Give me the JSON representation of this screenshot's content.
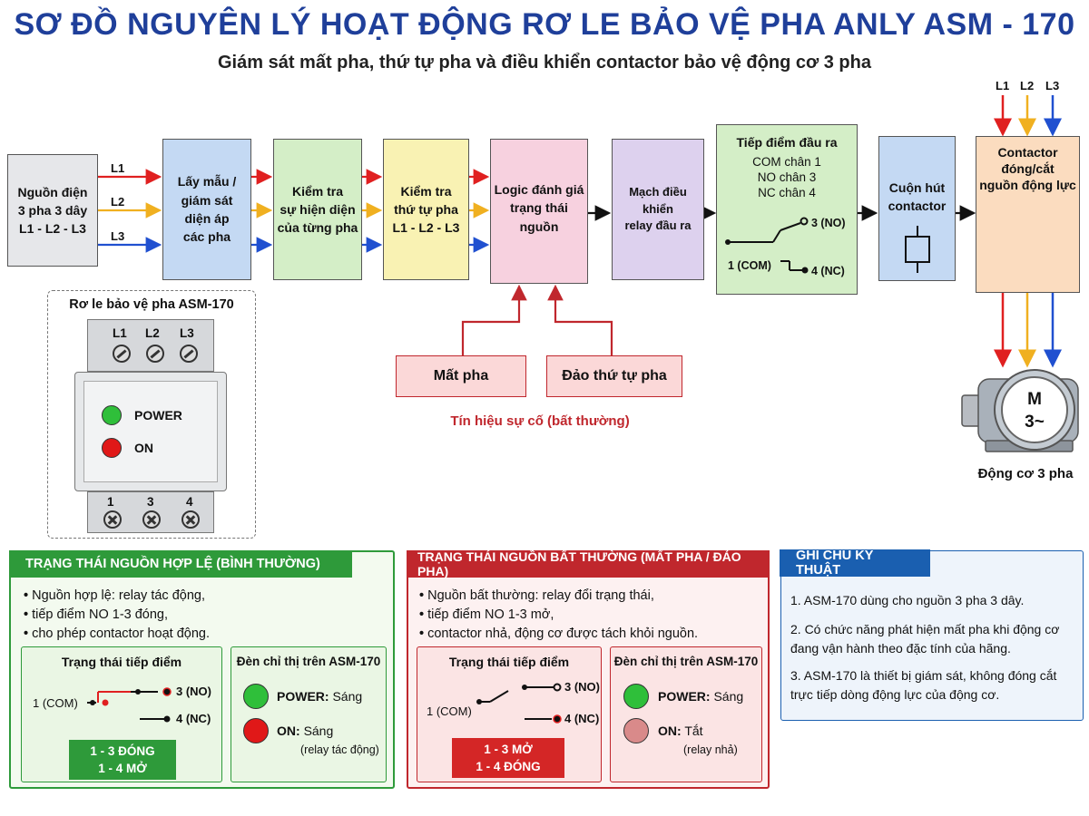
{
  "header": {
    "title": "SƠ ĐỒ NGUYÊN LÝ HOẠT ĐỘNG RƠ LE BẢO VỆ PHA ANLY ASM - 170",
    "subtitle": "Giám sát mất pha, thứ tự pha và điều khiển contactor bảo vệ động cơ 3 pha"
  },
  "flow": {
    "source": "Nguồn điện\n3 pha 3 dây\nL1 - L2 - L3",
    "sampling": "Lấy mẫu /\ngiám sát\ndiện áp\ncác pha",
    "presence": "Kiểm tra\nsự hiện diện\ncủa từng pha",
    "sequence": "Kiểm tra\nthứ tự pha\nL1 - L2 - L3",
    "logic": "Logic đánh giá\ntrạng thái\nnguồn",
    "driver": "Mạch điều khiển\nrelay đầu ra",
    "coil": "Cuộn hút\ncontactor",
    "contactor": "Contactor\nđóng/cắt\nnguồn động lực",
    "phases": [
      "L1",
      "L2",
      "L3"
    ]
  },
  "output_contact": {
    "title": "Tiếp điểm đầu ra",
    "lines": [
      "COM chân 1",
      "NO chân 3",
      "NC chân 4"
    ],
    "no_label": "3 (NO)",
    "nc_label": "4 (NC)",
    "com_label": "1 (COM)"
  },
  "faults": {
    "loss": "Mất pha",
    "reverse": "Đảo thứ tự pha",
    "caption": "Tín hiệu sự cố (bất thường)"
  },
  "motor": {
    "symbol_m": "M",
    "symbol_phase": "3~",
    "label": "Động cơ 3 pha"
  },
  "device": {
    "caption": "Rơ le bảo vệ pha ASM-170",
    "top_terminals": [
      "L1",
      "L2",
      "L3"
    ],
    "bottom_terminals": [
      "1",
      "3",
      "4"
    ],
    "led_power": "POWER",
    "led_on": "ON"
  },
  "normal": {
    "header": "TRẠNG THÁI NGUỒN HỢP LỆ (BÌNH THƯỜNG)",
    "bullets": [
      "Nguồn hợp lệ: relay tác động,",
      "tiếp điểm NO 1-3 đóng,",
      "cho phép contactor hoạt động."
    ],
    "contact_title": "Trạng thái tiếp điểm",
    "com": "1 (COM)",
    "no": "3 (NO)",
    "nc": "4 (NC)",
    "badge": [
      "1 - 3 ĐÓNG",
      "1 - 4 MỞ"
    ],
    "led_title": "Đèn chỉ thị trên ASM-170",
    "power_label": "POWER:",
    "power_state": "Sáng",
    "on_label": "ON:",
    "on_state": "Sáng",
    "on_note": "(relay tác động)"
  },
  "abnormal": {
    "header": "TRẠNG THÁI NGUỒN BẤT THƯỜNG (MẤT PHA / ĐẢO PHA)",
    "bullets": [
      "Nguồn bất thường: relay đổi trạng thái,",
      "tiếp điểm NO 1-3 mở,",
      "contactor nhả, động cơ được tách khỏi nguồn."
    ],
    "contact_title": "Trạng thái tiếp điểm",
    "com": "1 (COM)",
    "no": "3 (NO)",
    "nc": "4 (NC)",
    "badge": [
      "1 - 3 MỞ",
      "1 - 4 ĐÓNG"
    ],
    "led_title": "Đèn chỉ thị trên ASM-170",
    "power_label": "POWER:",
    "power_state": "Sáng",
    "on_label": "ON:",
    "on_state": "Tắt",
    "on_note": "(relay nhả)"
  },
  "notes": {
    "header": "GHI CHÚ KỸ THUẬT",
    "items": [
      "1. ASM-170 dùng cho nguồn 3 pha 3 dây.",
      "2. Có chức năng phát hiện mất pha khi động cơ đang vận hành theo đặc tính của hãng.",
      "3. ASM-170 là thiết bị giám sát, không đóng cắt trực tiếp dòng động lực của động cơ."
    ]
  },
  "colors": {
    "title": "#1f3f9a",
    "L1": "#e02020",
    "L2": "#f0b020",
    "L3": "#2050d0",
    "fault": "#c0272d",
    "normal": "#2e9a3a",
    "note": "#1a5fb0"
  }
}
